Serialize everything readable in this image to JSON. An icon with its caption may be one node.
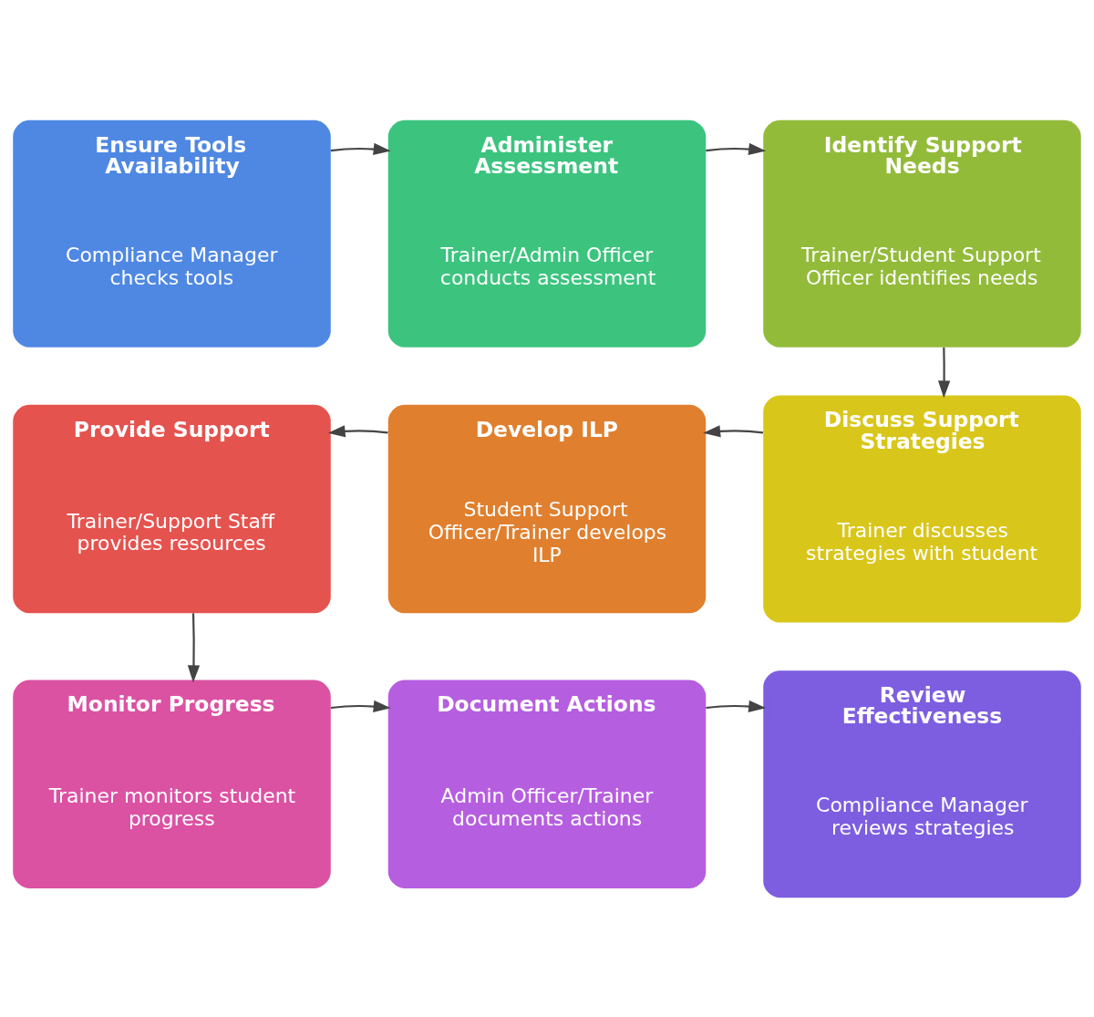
{
  "diagram": {
    "nodes": [
      {
        "text": [
          "Ensure Tools Availability",
          "Compliance Manager checks tools"
        ]
      },
      {
        "text": [
          "Administer Assessment",
          "Trainer/Admin Officer conducts assessment"
        ]
      },
      {
        "text": [
          "Identify Support Needs",
          "Trainer/Student Support Officer identifies needs"
        ]
      },
      {
        "text": [
          "Provide Support",
          "Trainer/Support Staff provides resources"
        ]
      },
      {
        "text": [
          "Develop ILP",
          "Student Support Officer/Trainer develops ILP"
        ]
      },
      {
        "text": [
          "Discuss Support Strategies",
          "Trainer discusses strategies with student"
        ]
      },
      {
        "text": [
          "Monitor Progress",
          "Trainer monitors student progress"
        ]
      },
      {
        "text": [
          "Document Actions",
          "Admin Officer/Trainer documents actions"
        ]
      },
      {
        "text": [
          "Review Effectiveness",
          "Compliance Manager reviews strategies"
        ]
      }
    ],
    "edges": [
      {
        "from": 0,
        "to": 1,
        "arrow": "to"
      },
      {
        "from": 1,
        "to": 2,
        "arrow": "to"
      },
      {
        "from": 2,
        "to": 5,
        "arrow": "to"
      },
      {
        "from": 5,
        "to": 4,
        "arrow": "to"
      },
      {
        "from": 4,
        "to": 3,
        "arrow": "to"
      },
      {
        "from": 3,
        "to": 6,
        "arrow": "to"
      },
      {
        "from": 6,
        "to": 7,
        "arrow": "to"
      },
      {
        "from": 7,
        "to": 8,
        "arrow": "to"
      }
    ]
  }
}
